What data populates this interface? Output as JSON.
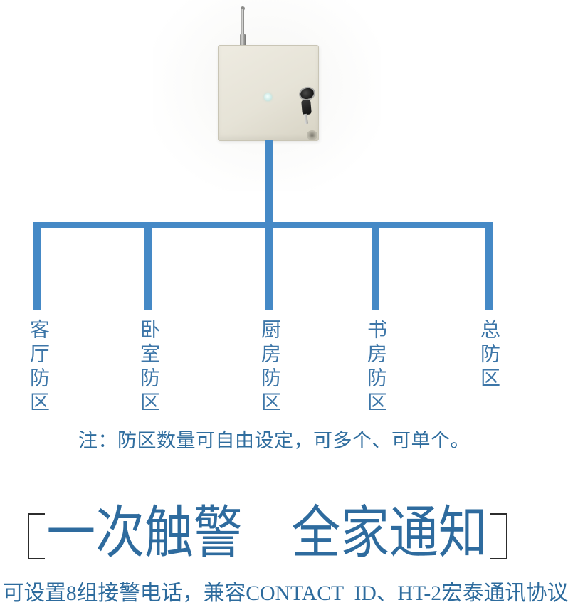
{
  "colors": {
    "connector_blue": "#4589c6",
    "zone_text_blue": "#3d76a8",
    "note_blue": "#2f6d9e",
    "headline_blue": "#2e6b9e",
    "bracket_black": "#2c2c2c",
    "box_beige": "#e6e3d7",
    "led_cyan": "#cdeae6"
  },
  "diagram": {
    "zones": [
      {
        "label": "客厅防区"
      },
      {
        "label": "卧室防区"
      },
      {
        "label": "厨房防区"
      },
      {
        "label": "书房防区"
      },
      {
        "label": "总防区"
      }
    ],
    "note": "注：防区数量可自由设定，可多个、可单个。"
  },
  "headline": {
    "text": "一次触警　全家通知"
  },
  "subheadline": {
    "text": "可设置8组接警电话，兼容CONTACT  ID、HT-2宏泰通讯协议"
  }
}
